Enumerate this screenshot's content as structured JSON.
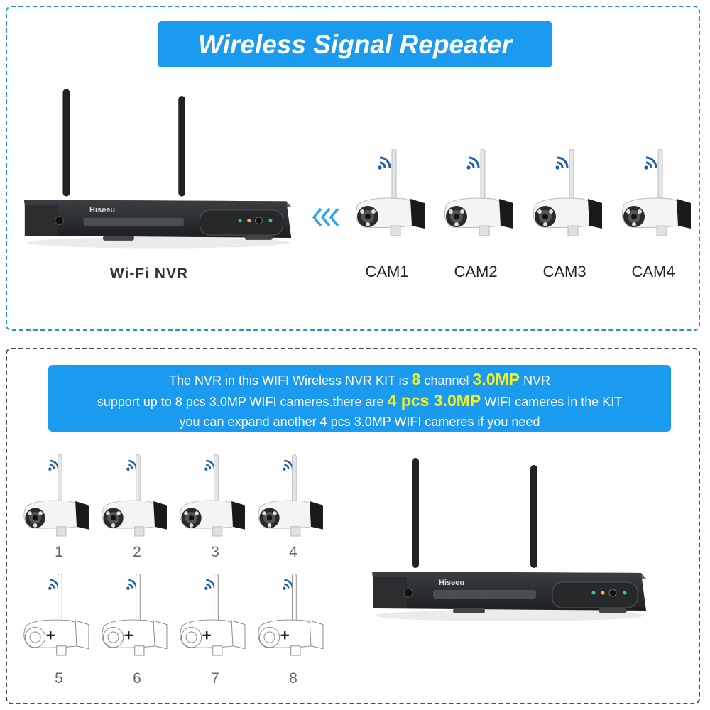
{
  "top": {
    "title": "Wireless Signal Repeater",
    "nvr_label": "Wi-Fi NVR",
    "nvr_brand": "Hiseeu",
    "cameras": [
      "CAM1",
      "CAM2",
      "CAM3",
      "CAM4"
    ]
  },
  "bottom": {
    "info": {
      "line1_a": "The NVR in this WIFI Wireless NVR KIT is ",
      "line1_b": "8",
      "line1_c": " channel ",
      "line1_d": "3.0MP",
      "line1_e": " NVR",
      "line2_a": "support up to 8 pcs 3.0MP  WIFI cameres.there are ",
      "line2_b": "4 pcs  3.0MP",
      "line2_c": " WIFI cameres in the KIT",
      "line3": "you can expand another 4 pcs 3.0MP  WIFI cameres if you need"
    },
    "slots": [
      "1",
      "2",
      "3",
      "4",
      "5",
      "6",
      "7",
      "8"
    ],
    "installed_count": 4
  },
  "colors": {
    "accent": "#1a9bf0",
    "highlight": "#f7f01a",
    "wifi": "#1f5fa8"
  }
}
